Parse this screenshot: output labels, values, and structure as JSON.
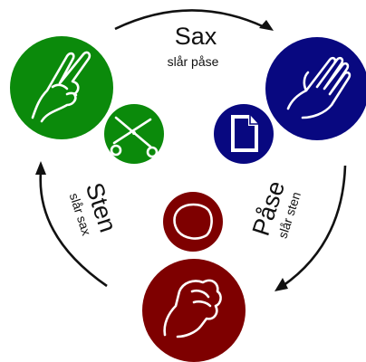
{
  "colors": {
    "scissors": "#0b8a0b",
    "paper": "#080880",
    "rock": "#7e0000",
    "arrow": "#111111",
    "icon_line": "#ffffff"
  },
  "relations": [
    {
      "title": "Sax",
      "caption": "slår påse",
      "icon": "scissors-hand-icon"
    },
    {
      "title": "Påse",
      "caption": "slår sten",
      "icon": "paper-hand-icon"
    },
    {
      "title": "Sten",
      "caption": "slår sax",
      "icon": "rock-fist-icon"
    }
  ],
  "icons": {
    "scissors_small": "scissors-icon",
    "paper_small": "document-icon",
    "rock_small": "stone-icon"
  }
}
